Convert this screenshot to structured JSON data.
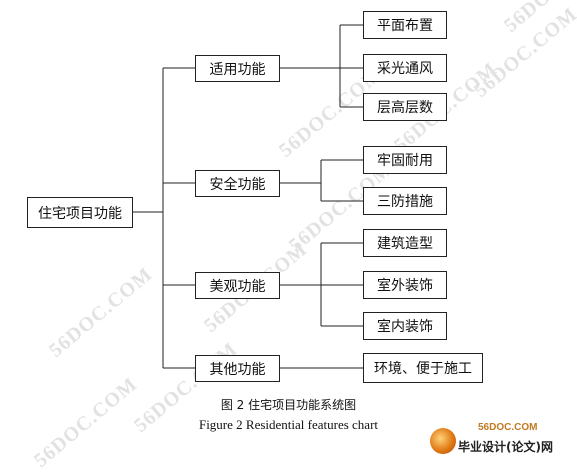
{
  "watermark": "56DOC.COM",
  "root": {
    "label": "住宅项目功能"
  },
  "groups": [
    {
      "label": "适用功能",
      "items": [
        "平面布置",
        "采光通风",
        "层高层数"
      ]
    },
    {
      "label": "安全功能",
      "items": [
        "牢固耐用",
        "三防措施"
      ]
    },
    {
      "label": "美观功能",
      "items": [
        "建筑造型",
        "室外装饰",
        "室内装饰"
      ]
    },
    {
      "label": "其他功能",
      "items": [
        "环境、便于施工"
      ]
    }
  ],
  "caption": {
    "zh": "图 2 住宅项目功能系统图",
    "en": "Figure 2 Residential features chart"
  },
  "logo": {
    "site": "56DOC.COM",
    "text": "毕业设计(论文)网"
  }
}
